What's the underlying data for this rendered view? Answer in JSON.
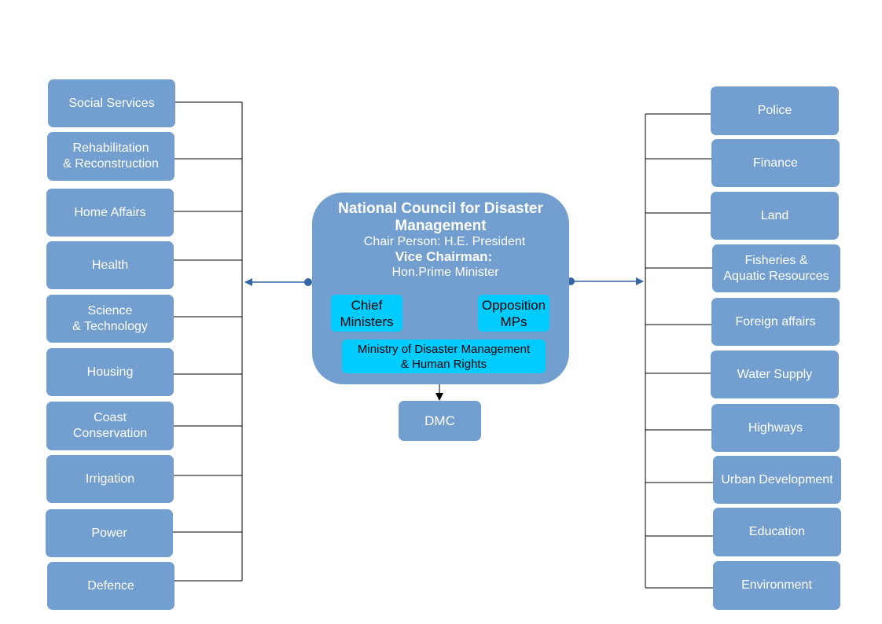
{
  "council": {
    "title": "National Council for Disaster\nManagement",
    "chair": "Chair Person: H.E. President",
    "vice_title": "Vice Chairman:",
    "vice": "Hon.Prime Minister",
    "chief_ministers": "Chief\nMinisters",
    "opposition": "Opposition\nMPs",
    "ministry": "Ministry of Disaster Management\n& Human Rights"
  },
  "dmc": "DMC",
  "left": [
    "Social Services",
    "Rehabilitation\n& Reconstruction",
    "Home Affairs",
    "Health",
    "Science\n& Technology",
    "Housing",
    "Coast\nConservation",
    "Irrigation",
    "Power",
    "Defence"
  ],
  "right": [
    "Police",
    "Finance",
    "Land",
    "Fisheries &\nAquatic Resources",
    "Foreign affairs",
    "Water Supply",
    "Highways",
    "Urban Development",
    "Education",
    "Environment"
  ],
  "colors": {
    "box": "#729fcf",
    "highlight": "#00ccff",
    "connector": "#3465a4",
    "line": "#000000"
  }
}
